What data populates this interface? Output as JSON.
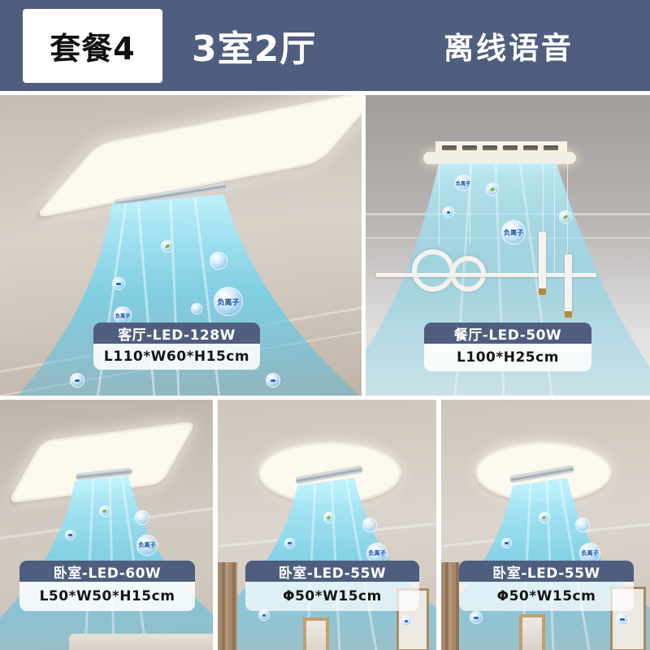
{
  "header": {
    "package_label": "套餐4",
    "rooms_label": "3室2厅",
    "feature_label": "离线语音",
    "background_color": "#4f5e7e"
  },
  "bubble_text": "负离子",
  "panels": [
    {
      "room": "living-room",
      "title": "客厅-LED-128W",
      "dimensions": "L110*W60*H15cm",
      "fixture_shape": "rectangle"
    },
    {
      "room": "dining-room",
      "title": "餐厅-LED-50W",
      "dimensions": "L100*H25cm",
      "fixture_shape": "linear-pendant"
    },
    {
      "room": "bedroom-1",
      "title": "卧室-LED-60W",
      "dimensions": "L50*W50*H15cm",
      "fixture_shape": "square"
    },
    {
      "room": "bedroom-2",
      "title": "卧室-LED-55W",
      "dimensions": "Φ50*W15cm",
      "fixture_shape": "round"
    },
    {
      "room": "bedroom-3",
      "title": "卧室-LED-55W",
      "dimensions": "Φ50*W15cm",
      "fixture_shape": "round"
    }
  ],
  "colors": {
    "label_band": "#4f5e7e",
    "airflow": "#5fd0f0",
    "ion_text": "#1d4f9c"
  }
}
